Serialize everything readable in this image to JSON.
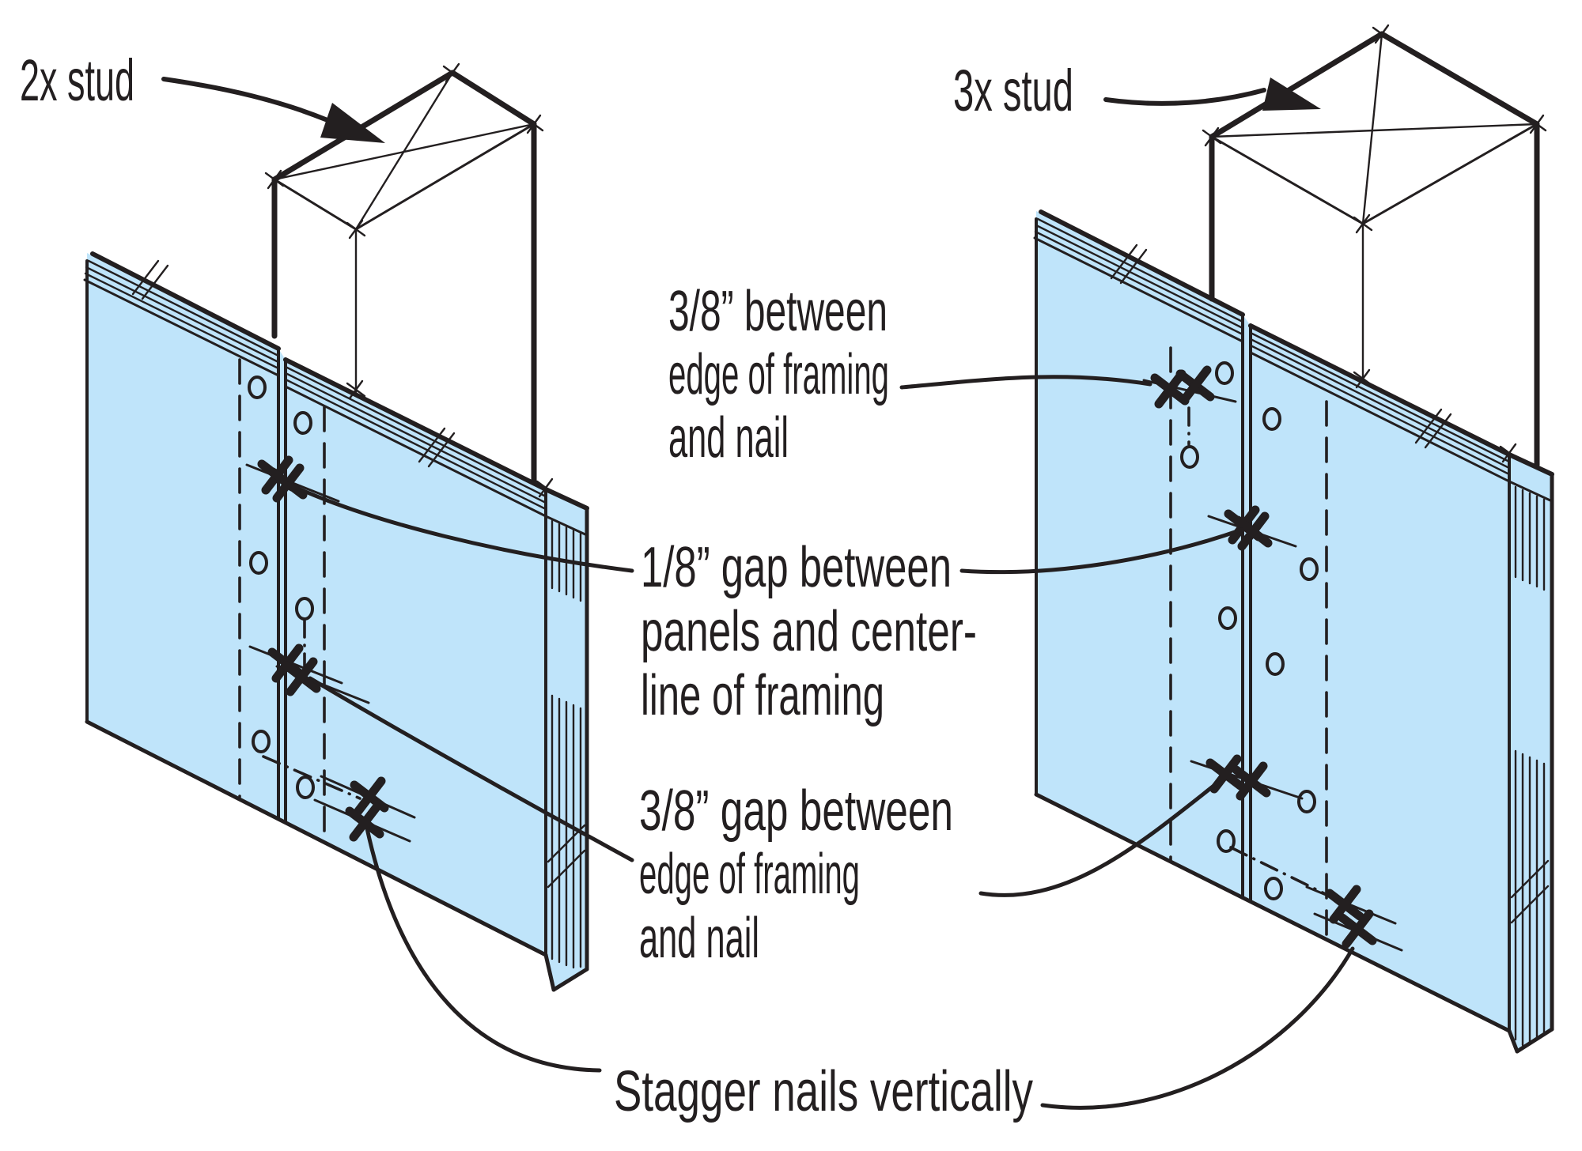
{
  "diagram": {
    "stud_labels": {
      "left": "2x stud",
      "right": "3x stud"
    },
    "annotations": {
      "note_top": {
        "lines": [
          "3/8” between",
          "edge of framing",
          "and nail"
        ]
      },
      "note_middle": {
        "lines": [
          "1/8” gap between",
          "panels and center-",
          "line of framing"
        ]
      },
      "note_bottom": {
        "lines": [
          "3/8” gap between",
          "edge of framing",
          "and nail"
        ]
      },
      "stagger": "Stagger nails vertically"
    },
    "colors": {
      "panel_fill": "#bfe4fa",
      "ink": "#231f20"
    }
  }
}
